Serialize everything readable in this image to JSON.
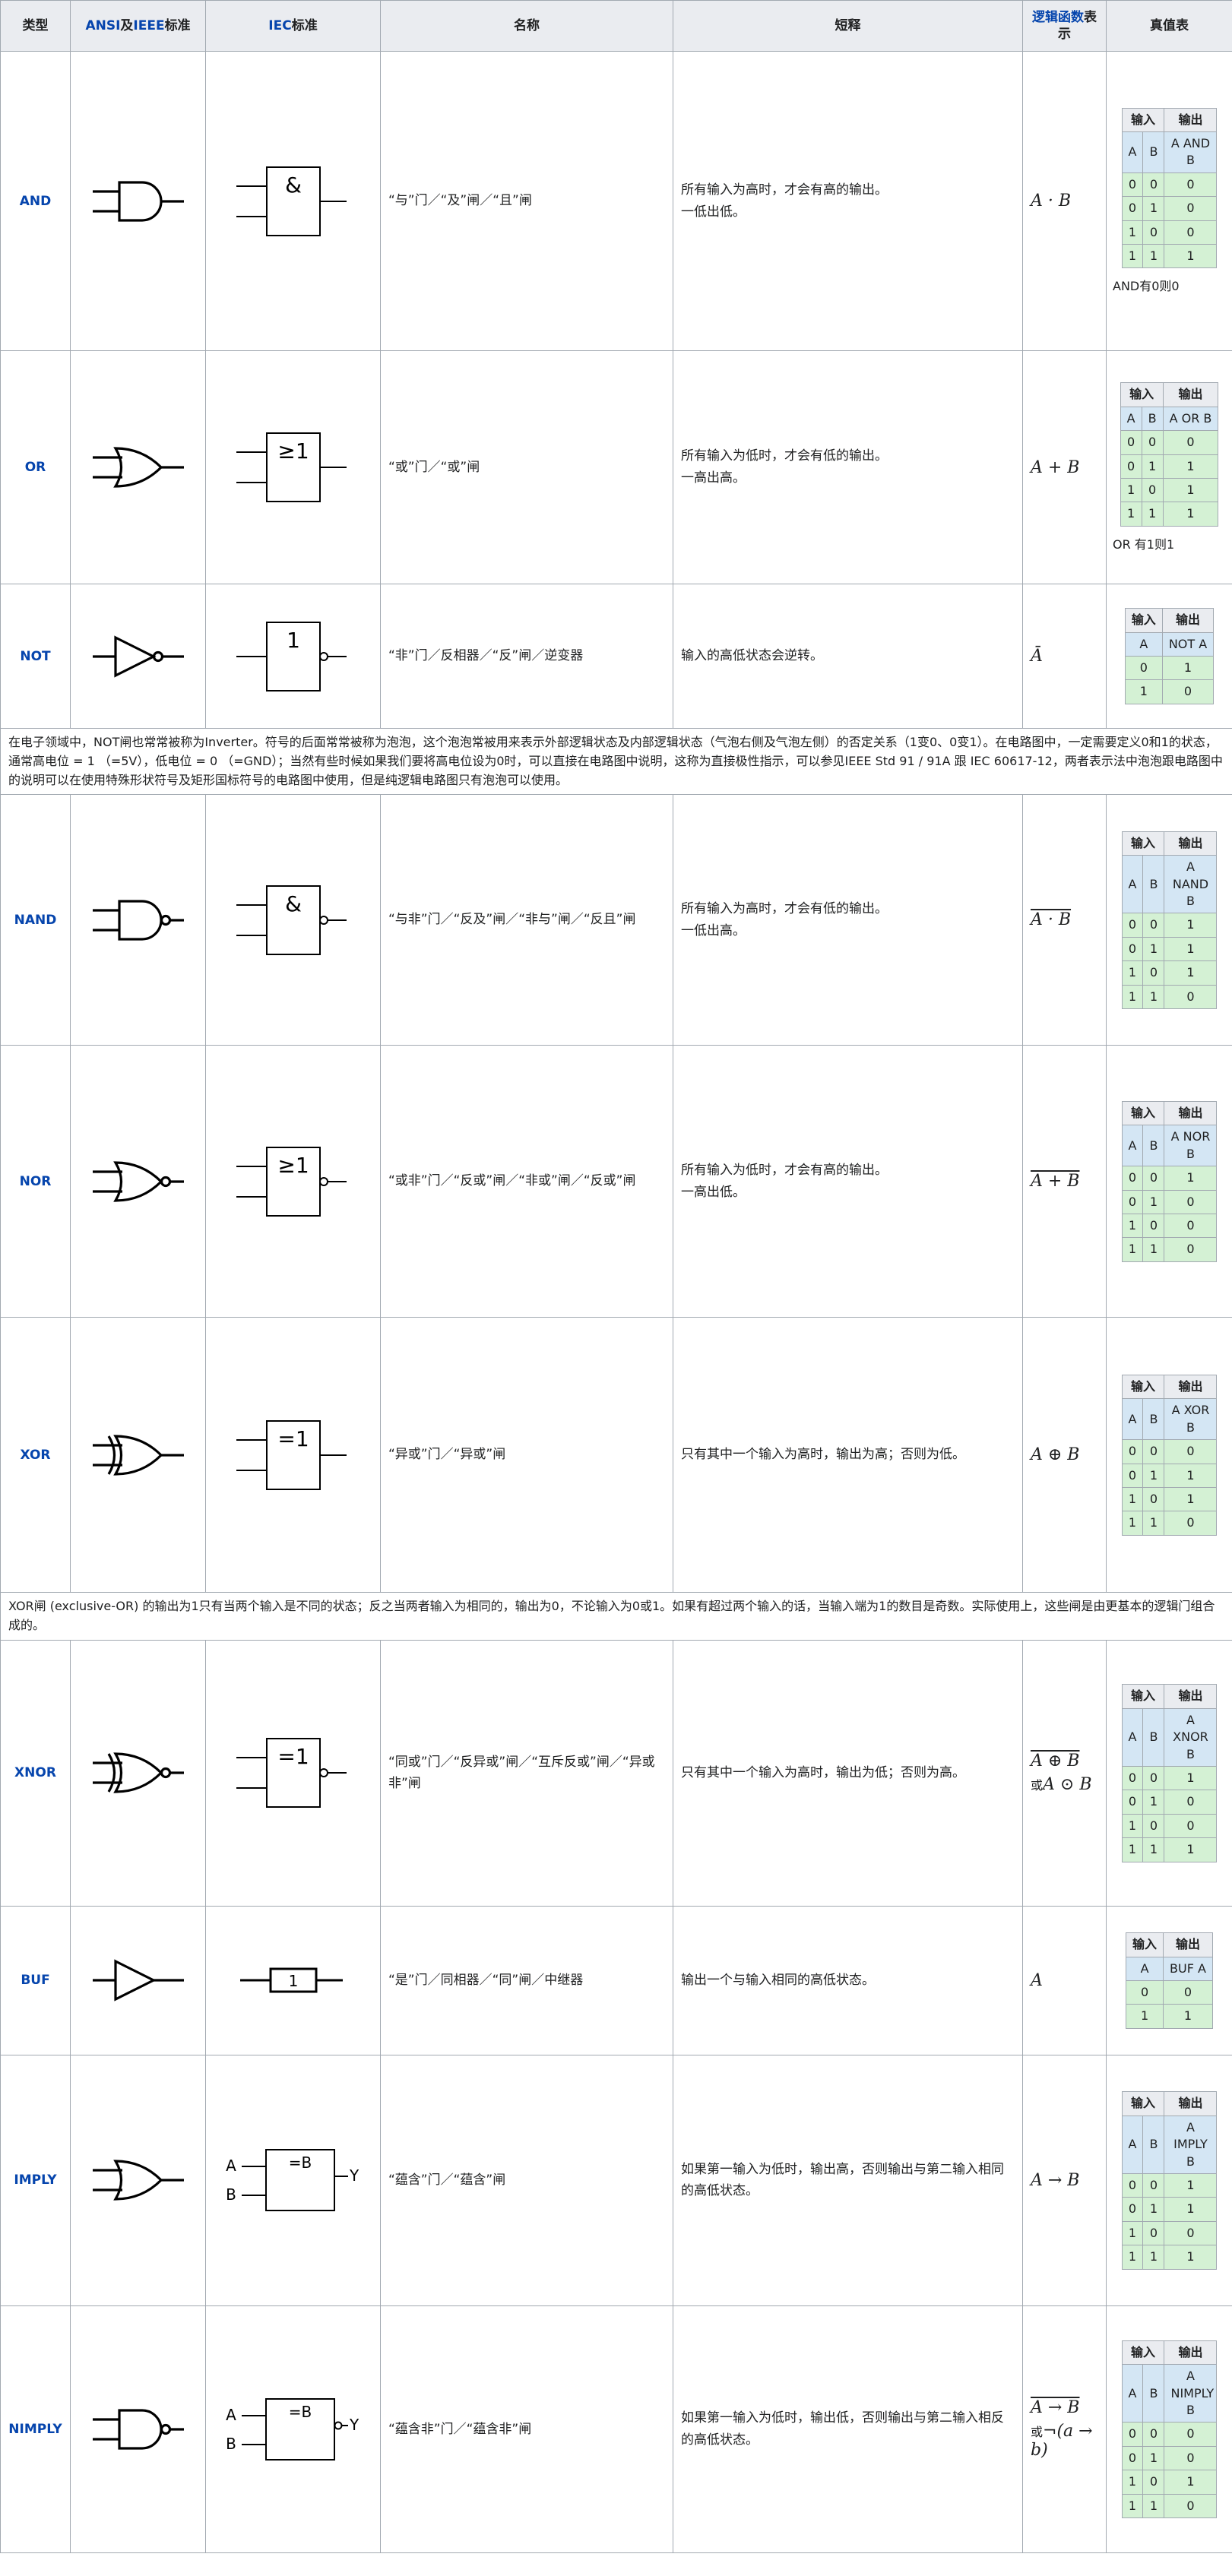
{
  "headers": {
    "type": "类型",
    "ansi_link1": "ANSI",
    "ansi_mid": "及",
    "ansi_link2": "IEEE",
    "ansi_suffix": "标准",
    "iec_link": "IEC",
    "iec_suffix": "标准",
    "name": "名称",
    "desc": "短释",
    "logic_link": "逻辑函数",
    "logic_suffix": "表示",
    "truth": "真值表"
  },
  "truth_labels": {
    "input": "输入",
    "output": "输出",
    "a": "A",
    "b": "B"
  },
  "gates": [
    {
      "type": "AND",
      "iec": "&",
      "name": "“与”门／“及”闸／“且”闸",
      "desc": [
        "所有输入为高时，才会有高的输出。",
        "一低出低。"
      ],
      "expr": "A · B",
      "truth": {
        "out_label": "A AND B",
        "rows": [
          [
            "0",
            "0",
            "0"
          ],
          [
            "0",
            "1",
            "0"
          ],
          [
            "1",
            "0",
            "0"
          ],
          [
            "1",
            "1",
            "1"
          ]
        ]
      },
      "caption": "AND有0则0"
    },
    {
      "type": "OR",
      "iec": "≥1",
      "name": "“或”门／“或”闸",
      "desc": [
        "所有输入为低时，才会有低的输出。",
        "一高出高。"
      ],
      "expr": "A + B",
      "truth": {
        "out_label": "A OR B",
        "rows": [
          [
            "0",
            "0",
            "0"
          ],
          [
            "0",
            "1",
            "1"
          ],
          [
            "1",
            "0",
            "1"
          ],
          [
            "1",
            "1",
            "1"
          ]
        ]
      },
      "caption": "OR 有1则1"
    },
    {
      "type": "NOT",
      "iec": "1",
      "name": "“非”门／反相器／“反”闸／逆变器",
      "desc": [
        "输入的高低状态会逆转。"
      ],
      "expr": "Ā",
      "truth": {
        "out_label": "NOT A",
        "rows": [
          [
            "0",
            "1"
          ],
          [
            "1",
            "0"
          ]
        ]
      }
    },
    {
      "type": "NAND",
      "iec": "&",
      "name": "“与非”门／“反及”闸／“非与”闸／“反且”闸",
      "desc": [
        "所有输入为高时，才会有低的输出。",
        "一低出高。"
      ],
      "expr": "A · B",
      "truth": {
        "out_label": "A NAND B",
        "rows": [
          [
            "0",
            "0",
            "1"
          ],
          [
            "0",
            "1",
            "1"
          ],
          [
            "1",
            "0",
            "1"
          ],
          [
            "1",
            "1",
            "0"
          ]
        ]
      }
    },
    {
      "type": "NOR",
      "iec": "≥1",
      "name": "“或非”门／“反或”闸／“非或”闸／“反或”闸",
      "desc": [
        "所有输入为低时，才会有高的输出。",
        "一高出低。"
      ],
      "expr": "A + B",
      "truth": {
        "out_label": "A NOR B",
        "rows": [
          [
            "0",
            "0",
            "1"
          ],
          [
            "0",
            "1",
            "0"
          ],
          [
            "1",
            "0",
            "0"
          ],
          [
            "1",
            "1",
            "0"
          ]
        ]
      }
    },
    {
      "type": "XOR",
      "iec": "=1",
      "name": "“异或”门／“异或”闸",
      "desc": [
        "只有其中一个输入为高时，输出为高；否则为低。"
      ],
      "expr": "A ⊕ B",
      "truth": {
        "out_label": "A XOR B",
        "rows": [
          [
            "0",
            "0",
            "0"
          ],
          [
            "0",
            "1",
            "1"
          ],
          [
            "1",
            "0",
            "1"
          ],
          [
            "1",
            "1",
            "0"
          ]
        ]
      }
    },
    {
      "type": "XNOR",
      "iec": "=1",
      "name": "“同或”门／“反异或”闸／“互斥反或”闸／“异或非”闸",
      "desc": [
        "只有其中一个输入为高时，输出为低；否则为高。"
      ],
      "expr": "A ⊕ B",
      "expr_alt_prefix": "或",
      "expr_alt": "A ⊙ B",
      "truth": {
        "out_label": "A XNOR B",
        "rows": [
          [
            "0",
            "0",
            "1"
          ],
          [
            "0",
            "1",
            "0"
          ],
          [
            "1",
            "0",
            "0"
          ],
          [
            "1",
            "1",
            "1"
          ]
        ]
      }
    },
    {
      "type": "BUF",
      "iec": "1",
      "name": "“是”门／同相器／“同”闸／中继器",
      "desc": [
        "输出一个与输入相同的高低状态。"
      ],
      "expr": "A",
      "truth": {
        "out_label": "BUF A",
        "rows": [
          [
            "0",
            "0"
          ],
          [
            "1",
            "1"
          ]
        ]
      }
    },
    {
      "type": "IMPLY",
      "iec": "=B",
      "pin_a": "A",
      "pin_b": "B",
      "pin_y": "Y",
      "name": "“蕴含”门／“蕴含”闸",
      "desc": [
        "如果第一输入为低时，输出高，否则输出与第二输入相同的高低状态。"
      ],
      "expr": "A → B",
      "truth": {
        "out_label": "A IMPLY B",
        "rows": [
          [
            "0",
            "0",
            "1"
          ],
          [
            "0",
            "1",
            "1"
          ],
          [
            "1",
            "0",
            "0"
          ],
          [
            "1",
            "1",
            "1"
          ]
        ]
      }
    },
    {
      "type": "NIMPLY",
      "iec": "=B",
      "pin_a": "A",
      "pin_b": "B",
      "pin_y": "Y",
      "name": "“蕴含非”门／“蕴含非”闸",
      "desc": [
        "如果第一输入为低时，输出低，否则输出与第二输入相反的高低状态。"
      ],
      "expr": "A → B",
      "expr_alt_prefix": "或",
      "expr_alt": "¬(a → b)",
      "truth": {
        "out_label": "A NIMPLY B",
        "rows": [
          [
            "0",
            "0",
            "0"
          ],
          [
            "0",
            "1",
            "0"
          ],
          [
            "1",
            "0",
            "1"
          ],
          [
            "1",
            "1",
            "0"
          ]
        ]
      }
    }
  ],
  "notes": {
    "not_note": "在电子领域中，NOT闸也常常被称为Inverter。符号的后面常常被称为泡泡，这个泡泡常被用来表示外部逻辑状态及内部逻辑状态（气泡右侧及气泡左侧）的否定关系（1变0、0变1）。在电路图中，一定需要定义0和1的状态，通常高电位 = 1 （=5V），低电位 = 0 （=GND）；当然有些时候如果我们要将高电位设为0时，可以直接在电路图中说明，这称为直接极性指示，可以参见IEEE Std 91 / 91A 跟 IEC 60617-12，两者表示法中泡泡跟电路图中的说明可以在使用特殊形状符号及矩形国标符号的电路图中使用，但是纯逻辑电路图只有泡泡可以使用。",
    "xor_note": "XOR闸 (exclusive-OR) 的输出为1只有当两个输入是不同的状态；反之当两者输入为相同的，输出为0，不论输入为0或1。如果有超过两个输入的话，当输入端为1的数目是奇数。实际使用上，这些闸是由更基本的逻辑门组合成的。"
  }
}
